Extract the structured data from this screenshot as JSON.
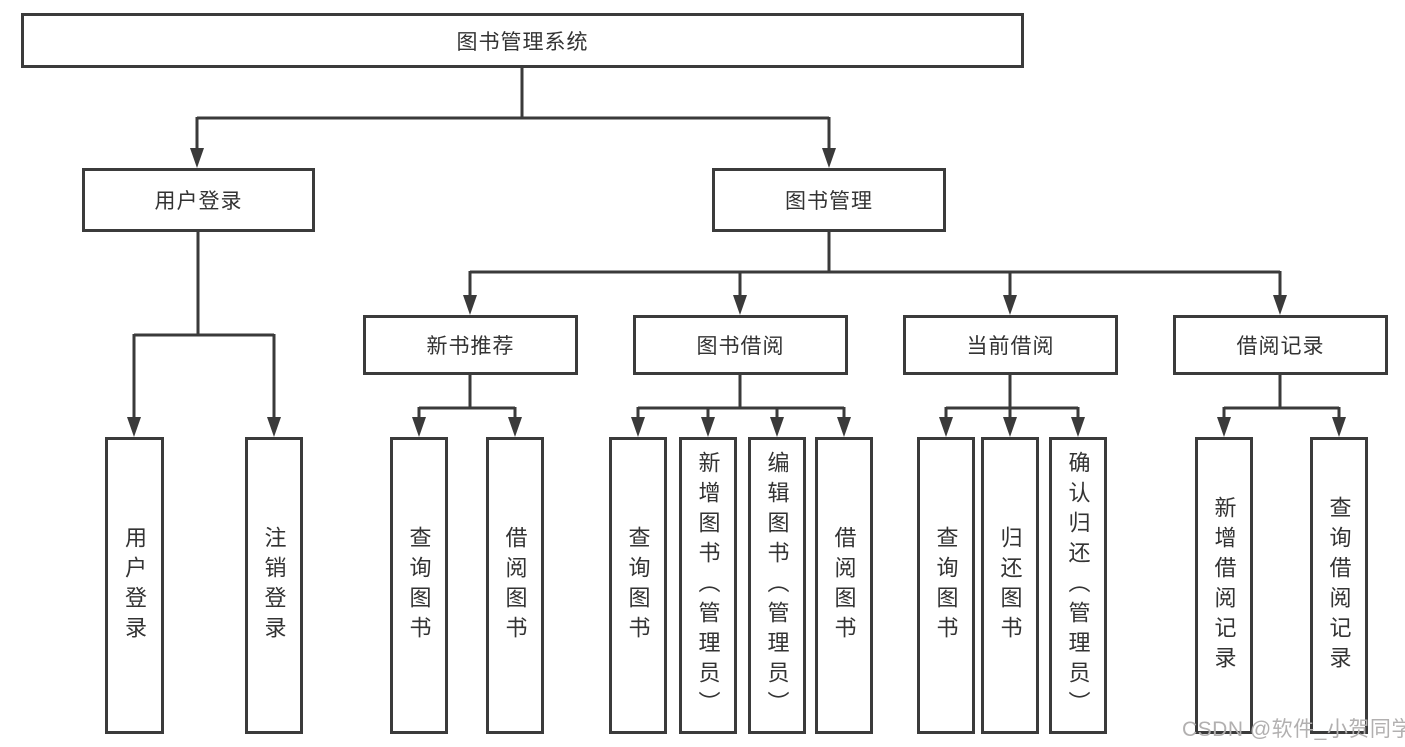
{
  "diagram": {
    "root": "图书管理系统",
    "branches": [
      {
        "label": "用户登录",
        "children": [
          "用户登录",
          "注销登录"
        ]
      },
      {
        "label": "图书管理",
        "modules": [
          {
            "label": "新书推荐",
            "children": [
              "查询图书",
              "借阅图书"
            ]
          },
          {
            "label": "图书借阅",
            "children": [
              "查询图书",
              "新增图书（管理员）",
              "编辑图书（管理员）",
              "借阅图书"
            ]
          },
          {
            "label": "当前借阅",
            "children": [
              "查询图书",
              "归还图书",
              "确认归还（管理员）"
            ]
          },
          {
            "label": "借阅记录",
            "children": [
              "新增借阅记录",
              "查询借阅记录"
            ]
          }
        ]
      }
    ]
  },
  "colors": {
    "line": "#3a3a3a",
    "border": "#3b3b3b",
    "text": "#333333",
    "watermark": "#b2b0b0"
  },
  "watermark": "CSDN @软件_小贺同学"
}
